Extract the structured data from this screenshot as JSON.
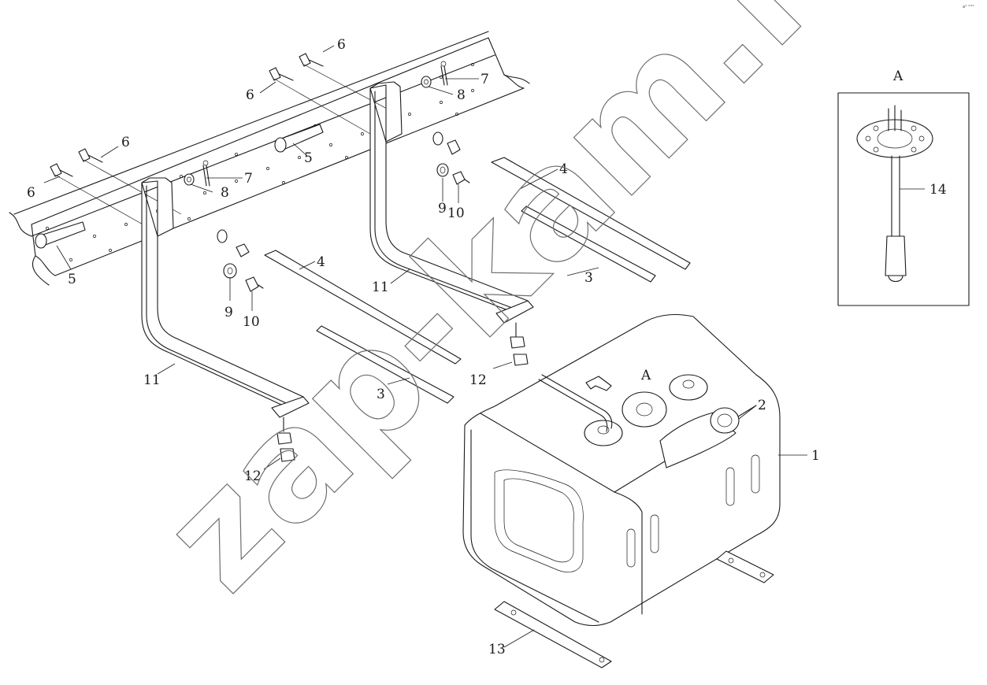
{
  "diagram": {
    "watermark": "zap-kam.ru",
    "corner_mark": "a° °°°",
    "detail_view_label": "A",
    "tank_view_label": "A",
    "callouts": {
      "c1": "1",
      "c2": "2",
      "c3a": "3",
      "c3b": "3",
      "c4a": "4",
      "c4b": "4",
      "c5a": "5",
      "c5b": "5",
      "c6a": "6",
      "c6b": "6",
      "c6c": "6",
      "c6d": "6",
      "c7a": "7",
      "c7b": "7",
      "c8a": "8",
      "c8b": "8",
      "c9a": "9",
      "c9b": "9",
      "c10a": "10",
      "c10b": "10",
      "c11a": "11",
      "c11b": "11",
      "c12a": "12",
      "c12b": "12",
      "c13": "13",
      "c14": "14"
    }
  }
}
